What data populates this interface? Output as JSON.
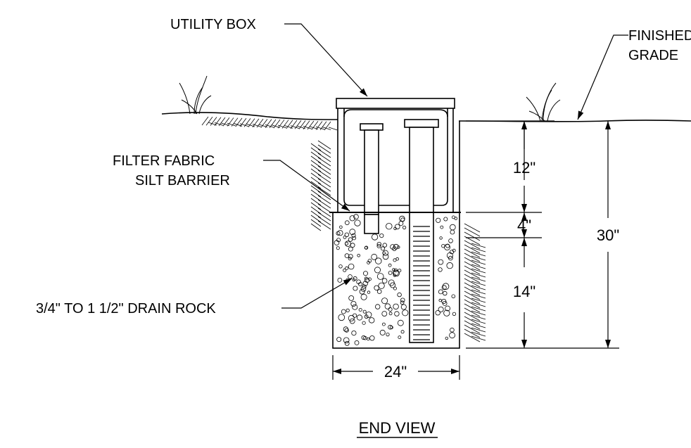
{
  "labels": {
    "utility_box": "UTILITY BOX",
    "finished_grade_line1": "FINISHED",
    "finished_grade_line2": "GRADE",
    "filter_fabric_line1": "FILTER FABRIC",
    "filter_fabric_line2": "SILT BARRIER",
    "drain_rock": "3/4\" TO 1 1/2\" DRAIN ROCK"
  },
  "dimensions": {
    "d12": "12\"",
    "d4": "4\"",
    "d14": "14\"",
    "d30": "30\"",
    "d24": "24\""
  },
  "title": "END VIEW"
}
